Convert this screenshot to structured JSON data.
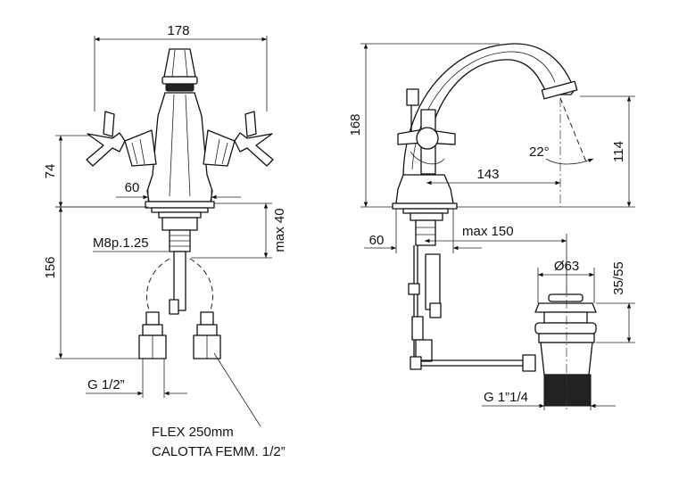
{
  "front_view": {
    "dims": {
      "width": "178",
      "body_height": "74",
      "base": "60",
      "max_below": "max 40",
      "thread": "M8p.1.25",
      "total_below": "156",
      "inlet": "G 1/2”"
    },
    "note_line1": "FLEX 250mm",
    "note_line2": "CALOTTA FEMM. 1/2”"
  },
  "side_view": {
    "dims": {
      "height": "168",
      "spout_height": "114",
      "angle": "22°",
      "reach": "143",
      "base": "60",
      "max_reach": "max 150",
      "waste_diameter": "Ø63",
      "waste_depth": "35/55",
      "waste_thread": "G 1”1/4"
    }
  }
}
